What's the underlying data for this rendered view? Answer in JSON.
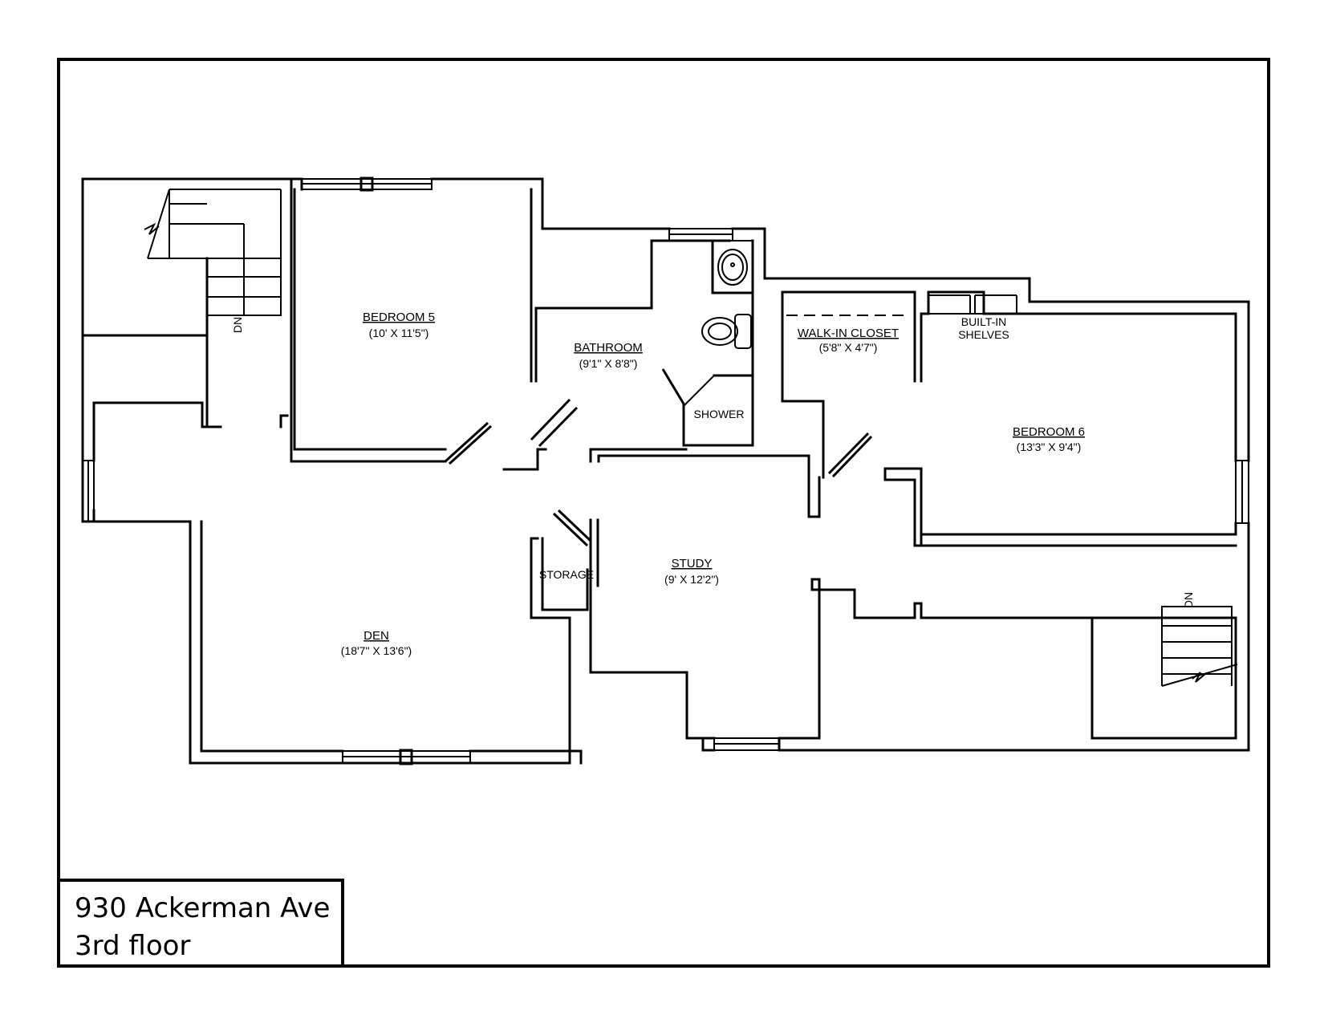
{
  "title_block": {
    "address": "930 Ackerman Ave",
    "floor": "3rd floor"
  },
  "rooms": {
    "bedroom5": {
      "name": "BEDROOM 5",
      "dims": "(10' X 11'5\")"
    },
    "bathroom": {
      "name": "BATHROOM",
      "dims": "(9'1\" X 8'8\")"
    },
    "walk_in_closet": {
      "name": "WALK-IN CLOSET",
      "dims": "(5'8\" X 4'7\")"
    },
    "built_in_shelves": {
      "line1": "BUILT-IN",
      "line2": "SHELVES"
    },
    "shower": "SHOWER",
    "bedroom6": {
      "name": "BEDROOM 6",
      "dims": "(13'3\" X 9'4\")"
    },
    "storage": "STORAGE",
    "study": {
      "name": "STUDY",
      "dims": "(9' X 12'2\")"
    },
    "den": {
      "name": "DEN",
      "dims": "(18'7\" X 13'6\")"
    }
  },
  "stairs": {
    "left_label": "DN",
    "right_label": "DN"
  }
}
